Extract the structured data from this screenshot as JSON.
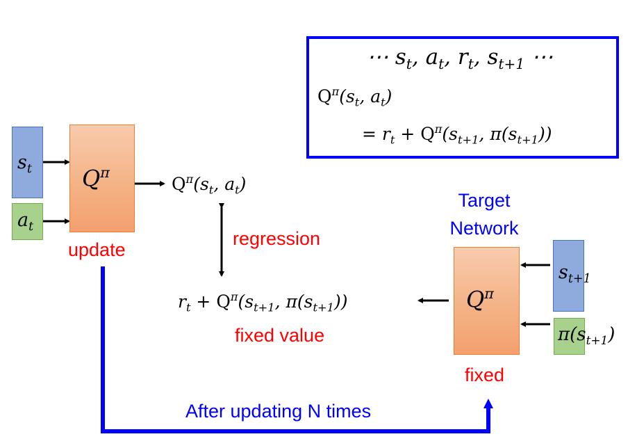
{
  "colors": {
    "state_box": "#8FAADC",
    "action_box": "#A9D18E",
    "q_box": "#F4B183",
    "highlight_red": "#FF0000",
    "frame_blue": "#0000FF"
  },
  "left_network": {
    "state_label": "s",
    "state_sub": "t",
    "action_label": "a",
    "action_sub": "t",
    "q_label": "Q",
    "q_sup": "π",
    "caption": "update"
  },
  "output": {
    "q": "Q",
    "sup": "π",
    "args": "(s",
    "args_sub": "t",
    "args2": ", a",
    "args2_sub": "t",
    "close": ")"
  },
  "regression_label": "regression",
  "target_expr": {
    "r": "r",
    "r_sub": "t",
    "plus": " + ",
    "q": "Q",
    "sup": "π",
    "open": "(s",
    "s_sub": "t+1",
    "mid": ", π(s",
    "s2_sub": "t+1",
    "close": "))"
  },
  "fixed_value_label": "fixed value",
  "target_network": {
    "title_line1": "Target",
    "title_line2": "Network",
    "q_label": "Q",
    "q_sup": "π",
    "caption": "fixed",
    "state_label": "s",
    "state_sub": "t+1",
    "policy_label": "π(s",
    "policy_sub": "t+1",
    "policy_close": ")"
  },
  "bottom_label": "After updating N times",
  "equation_box": {
    "line1": "⋯ s",
    "line1_sub1": "t",
    "line1_b": ", a",
    "line1_sub2": "t",
    "line1_c": ", r",
    "line1_sub3": "t",
    "line1_d": ", s",
    "line1_sub4": "t+1",
    "line1_e": " ⋯",
    "line2_q": "Q",
    "line2_sup": "π",
    "line2_a": "(s",
    "line2_sub1": "t",
    "line2_b": ", a",
    "line2_sub2": "t",
    "line2_c": ")",
    "line3_eq": "= r",
    "line3_sub1": "t",
    "line3_plus": " + ",
    "line3_q": "Q",
    "line3_sup": "π",
    "line3_a": "(s",
    "line3_sub2": "t+1",
    "line3_b": ", π(s",
    "line3_sub3": "t+1",
    "line3_c": "))"
  }
}
